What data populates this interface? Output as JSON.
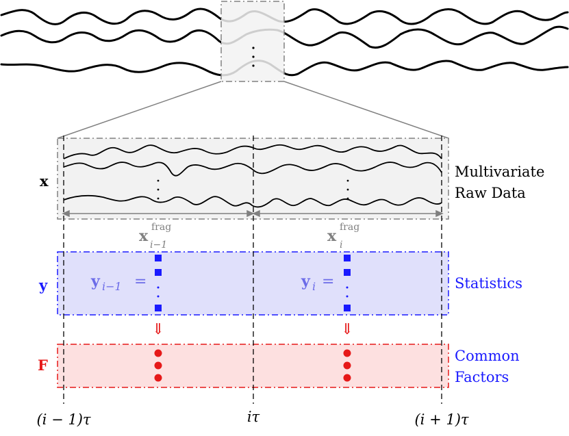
{
  "labels": {
    "x_var": "x",
    "y_var": "y",
    "f_var": "F",
    "raw_data_line1": "Multivariate",
    "raw_data_line2": "Raw Data",
    "statistics": "Statistics",
    "common_factors_line1": "Common",
    "common_factors_line2": "Factors"
  },
  "fragments": {
    "left": {
      "base": "x",
      "sup": "frag",
      "sub": "i−1"
    },
    "right": {
      "base": "x",
      "sup": "frag",
      "sub": "i"
    }
  },
  "stat_vectors": {
    "left": {
      "base": "y",
      "sub": "i−1",
      "eq": "="
    },
    "right": {
      "base": "y",
      "sub": "i",
      "eq": "="
    }
  },
  "time_ticks": {
    "left": "(i − 1)τ",
    "mid": "iτ",
    "right": "(i + 1)τ"
  },
  "symbols": {
    "implies": "⇓"
  },
  "colors": {
    "black": "#000000",
    "gray": "#808080",
    "blue": "#1a1aff",
    "blue_fill": "#e0e0fb",
    "red": "#e61919",
    "red_fill": "#fde0e0",
    "panel_fill": "#f2f2f2"
  }
}
